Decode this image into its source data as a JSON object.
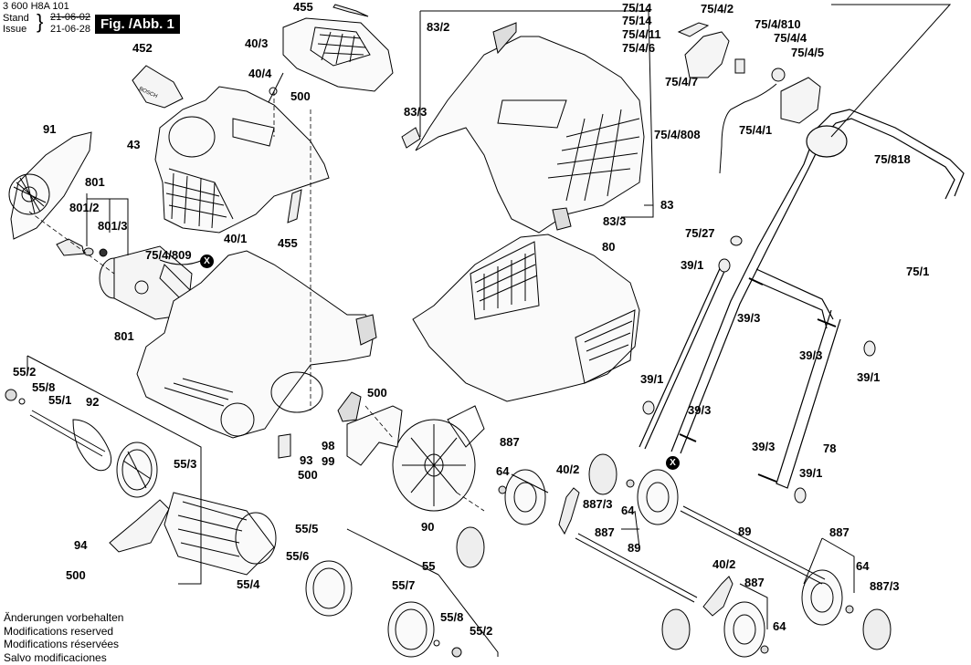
{
  "header": {
    "doc_number": "3 600 H8A 101",
    "stand_label": "Stand",
    "issue_label": "Issue",
    "stand_date": "21-06-02",
    "issue_date": "21-06-28",
    "figure_label": "Fig. /Abb. 1"
  },
  "footer": {
    "lines": [
      "Änderungen vorbehalten",
      "Modifications reserved",
      "Modifications réservées",
      "Salvo modificaciones"
    ]
  },
  "callout_marker": "X",
  "part_labels": [
    {
      "id": "455-top",
      "text": "455"
    },
    {
      "id": "452",
      "text": "452"
    },
    {
      "id": "40/3",
      "text": "40/3"
    },
    {
      "id": "40/4",
      "text": "40/4"
    },
    {
      "id": "500-top",
      "text": "500"
    },
    {
      "id": "43",
      "text": "43"
    },
    {
      "id": "455-mid",
      "text": "455"
    },
    {
      "id": "40/1",
      "text": "40/1"
    },
    {
      "id": "91",
      "text": "91"
    },
    {
      "id": "801-top",
      "text": "801"
    },
    {
      "id": "801/2",
      "text": "801/2"
    },
    {
      "id": "801/3",
      "text": "801/3"
    },
    {
      "id": "75/4/809",
      "text": "75/4/809"
    },
    {
      "id": "801-bot",
      "text": "801"
    },
    {
      "id": "83/2",
      "text": "83/2"
    },
    {
      "id": "83/3-left",
      "text": "83/3"
    },
    {
      "id": "83",
      "text": "83"
    },
    {
      "id": "83/3-right",
      "text": "83/3"
    },
    {
      "id": "80",
      "text": "80"
    },
    {
      "id": "75/14-a",
      "text": "75/14"
    },
    {
      "id": "75/14-b",
      "text": "75/14"
    },
    {
      "id": "75/4/11",
      "text": "75/4/11"
    },
    {
      "id": "75/4/6",
      "text": "75/4/6"
    },
    {
      "id": "75/4/7",
      "text": "75/4/7"
    },
    {
      "id": "75/4/2",
      "text": "75/4/2"
    },
    {
      "id": "75/4/810",
      "text": "75/4/810"
    },
    {
      "id": "75/4/4",
      "text": "75/4/4"
    },
    {
      "id": "75/4/5",
      "text": "75/4/5"
    },
    {
      "id": "75/4/808",
      "text": "75/4/808"
    },
    {
      "id": "75/4/1",
      "text": "75/4/1"
    },
    {
      "id": "75/818",
      "text": "75/818"
    },
    {
      "id": "75/27",
      "text": "75/27"
    },
    {
      "id": "39/1-a",
      "text": "39/1"
    },
    {
      "id": "75/1",
      "text": "75/1"
    },
    {
      "id": "39/3-a",
      "text": "39/3"
    },
    {
      "id": "39/3-b",
      "text": "39/3"
    },
    {
      "id": "39/1-b",
      "text": "39/1"
    },
    {
      "id": "39/1-c",
      "text": "39/1"
    },
    {
      "id": "39/3-c",
      "text": "39/3"
    },
    {
      "id": "39/3-d",
      "text": "39/3"
    },
    {
      "id": "78",
      "text": "78"
    },
    {
      "id": "39/1-d",
      "text": "39/1"
    },
    {
      "id": "55/2-left",
      "text": "55/2"
    },
    {
      "id": "55/8-left",
      "text": "55/8"
    },
    {
      "id": "55/1",
      "text": "55/1"
    },
    {
      "id": "92",
      "text": "92"
    },
    {
      "id": "55/3",
      "text": "55/3"
    },
    {
      "id": "94",
      "text": "94"
    },
    {
      "id": "500-left",
      "text": "500"
    },
    {
      "id": "500-mid",
      "text": "500"
    },
    {
      "id": "98",
      "text": "98"
    },
    {
      "id": "93",
      "text": "93"
    },
    {
      "id": "99",
      "text": "99"
    },
    {
      "id": "500-mid2",
      "text": "500"
    },
    {
      "id": "90",
      "text": "90"
    },
    {
      "id": "55/5",
      "text": "55/5"
    },
    {
      "id": "55/6",
      "text": "55/6"
    },
    {
      "id": "55/4",
      "text": "55/4"
    },
    {
      "id": "55",
      "text": "55"
    },
    {
      "id": "55/7",
      "text": "55/7"
    },
    {
      "id": "55/8-right",
      "text": "55/8"
    },
    {
      "id": "55/2-right",
      "text": "55/2"
    },
    {
      "id": "887-a",
      "text": "887"
    },
    {
      "id": "64-a",
      "text": "64"
    },
    {
      "id": "40/2-a",
      "text": "40/2"
    },
    {
      "id": "887/3-a",
      "text": "887/3"
    },
    {
      "id": "64-b",
      "text": "64"
    },
    {
      "id": "887-b",
      "text": "887"
    },
    {
      "id": "89-a",
      "text": "89"
    },
    {
      "id": "89-b",
      "text": "89"
    },
    {
      "id": "887-c",
      "text": "887"
    },
    {
      "id": "64-c",
      "text": "64"
    },
    {
      "id": "887/3-b",
      "text": "887/3"
    },
    {
      "id": "40/2-b",
      "text": "40/2"
    },
    {
      "id": "887-d",
      "text": "887"
    },
    {
      "id": "64-d",
      "text": "64"
    }
  ]
}
